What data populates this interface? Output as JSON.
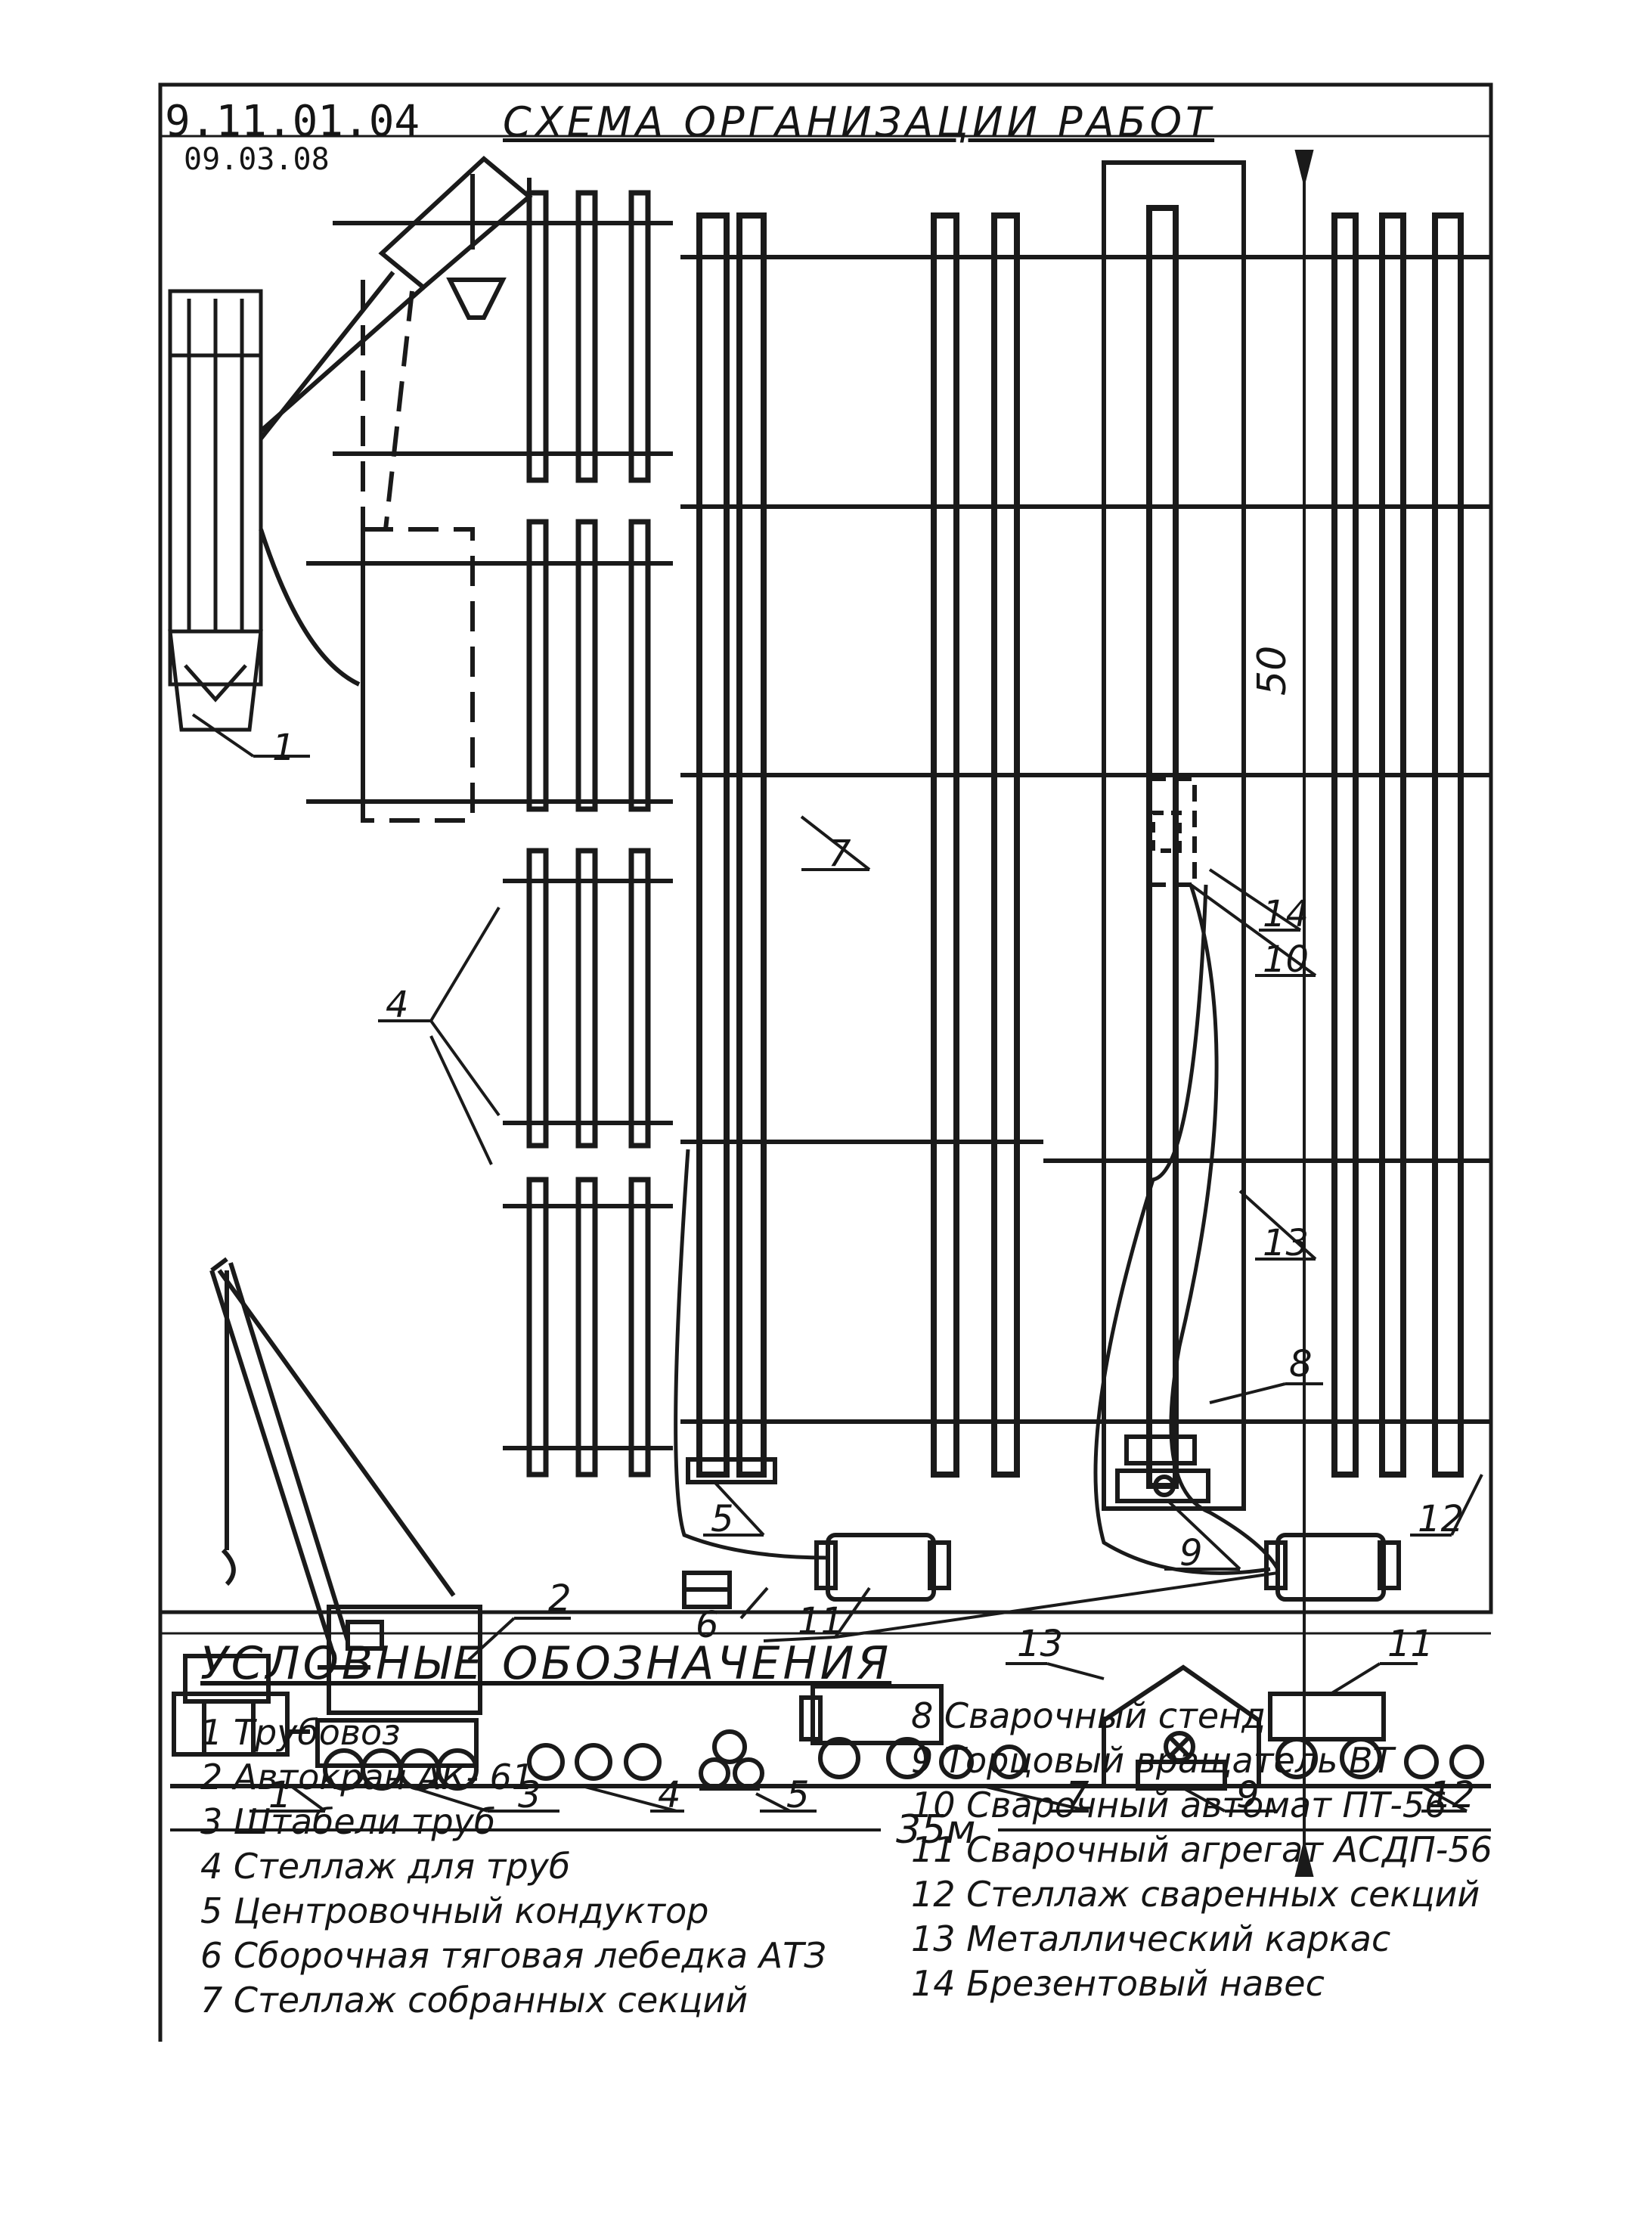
{
  "header": {
    "doc_number": "9.11.01.04",
    "date": "09.03.08",
    "title": "СХЕМА ОРГАНИЗАЦИИ РАБОТ"
  },
  "dimensions": {
    "height_label": "50",
    "width_label": "35м"
  },
  "callouts": {
    "c1_top": "1",
    "c1_bottom": "1",
    "c2": "2",
    "c3": "3",
    "c4_top": "4",
    "c4_bottom": "4",
    "c5_top": "5",
    "c5_bottom": "5",
    "c6": "6",
    "c7_top": "7",
    "c7_bottom": "7",
    "c8": "8",
    "c9_top": "9",
    "c9_bottom": "9",
    "c10": "10",
    "c11_left": "11",
    "c11_right": "11",
    "c12_top": "12",
    "c12_bottom": "12",
    "c13_top": "13",
    "c13_bottom": "13",
    "c14": "14"
  },
  "legend": {
    "title": "УСЛОВНЫЕ ОБОЗНАЧЕНИЯ",
    "left": [
      "1 Трубовоз",
      "2 Автокран  АК- 61",
      "3 Штабели  труб",
      "4 Стеллаж  для  труб",
      "5 Центровочный  кондуктор",
      "6 Сборочная тяговая лебедка АТЗ",
      "7 Стеллаж  собранных  секций"
    ],
    "right": [
      "8 Сварочный  стенд",
      "9 Торцовый вращатель ВТ",
      "10 Сварочный автомат ПТ-56",
      "11 Сварочный агрегат АСДП-56",
      "12 Стеллаж сваренных секций",
      "13 Металлический  каркас",
      "14 Брезентовый  навес"
    ]
  }
}
